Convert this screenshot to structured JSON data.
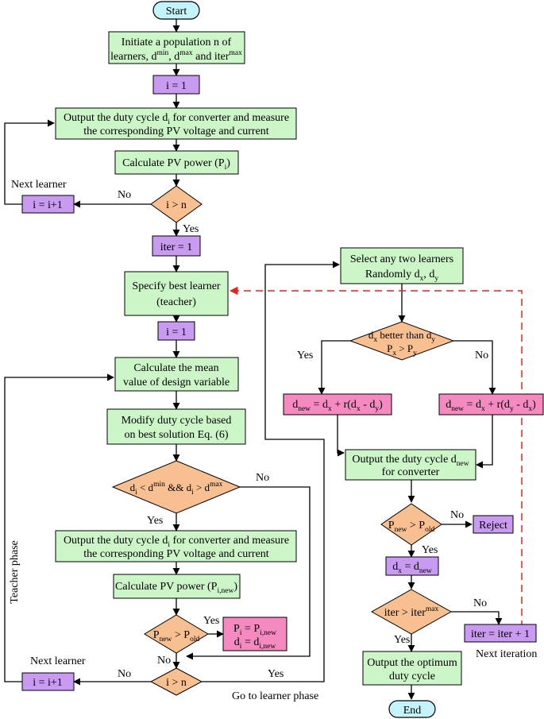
{
  "colors": {
    "process": "#ccf5c8",
    "counter": "#c89af0",
    "decision": "#f8c090",
    "update": "#f48ac0",
    "terminal": "#c4f3f9",
    "flow_line": "#000000",
    "return_line": "#e8231f"
  },
  "nodes": {
    "start": "Start",
    "init": {
      "l1": "Initiate a population n of",
      "l2a": "learners, d",
      "l2_sup1": "min",
      "l2b": ", d",
      "l2_sup2": "max",
      "l2c": " and iter",
      "l2_sup3": "max"
    },
    "i_eq_1_a": "i = 1",
    "output_measure_a": {
      "l1a": "Output the duty cycle d",
      "l1_sub": "i",
      "l1b": " for converter and measure",
      "l2": "the corresponding PV voltage and current"
    },
    "calc_power_a": {
      "a": "Calculate PV power (P",
      "sub": "i",
      "b": ")"
    },
    "i_gt_n_a": "i > n",
    "i_inc_a": "i = i+1",
    "iter_eq_1": "iter = 1",
    "best_learner": {
      "l1": "Specify best learner",
      "l2": "(teacher)"
    },
    "i_eq_1_b": "i = 1",
    "mean": {
      "l1": "Calculate the mean",
      "l2": "value of design variable"
    },
    "modify": {
      "l1": "Modify duty cycle based",
      "l2": "on best solution Eq. (6)"
    },
    "bounds": {
      "d": "d",
      "sub": "i",
      "lt": " < d",
      "sup1": "min",
      "mid": " && d",
      "sub2": "i",
      "gt": " > d",
      "sup2": "max"
    },
    "output_measure_b": {
      "l1a": "Output the duty cycle d",
      "l1_sub": "i",
      "l1b": " for converter and measure",
      "l2": "the corresponding PV voltage and current"
    },
    "calc_power_b": {
      "a": "Calculate PV power (P",
      "sub": "i,new",
      "b": ")"
    },
    "pnew_pold_a": {
      "p": "P",
      "sub1": "new",
      "gt": " > P",
      "sub2": "old"
    },
    "assign": {
      "l1a": "P",
      "l1_sub1": "i",
      "l1b": " = P",
      "l1_sub2": "i,new",
      "l2a": "d",
      "l2_sub1": "i",
      "l2b": " = d",
      "l2_sub2": "i,new"
    },
    "i_gt_n_b": "i > n",
    "i_inc_b": "i = i+1",
    "select": {
      "l1": "Select any two learners",
      "l2a": "Randomly d",
      "l2_sub1": "x",
      "l2b": ", d",
      "l2_sub2": "y"
    },
    "dx_better": {
      "l1a": "d",
      "l1_sub1": "x",
      "l1b": " better than d",
      "l1_sub2": "y",
      "l2a": "P",
      "l2_sub1": "x",
      "l2b": " > P",
      "l2_sub2": "y"
    },
    "dnew_left": {
      "a": "d",
      "sub1": "new",
      "b": " = d",
      "sub2": "x",
      "c": " + r(d",
      "sub3": "x",
      "d": " - d",
      "sub4": "y",
      "e": ")"
    },
    "dnew_right": {
      "a": "d",
      "sub1": "new",
      "b": " = d",
      "sub2": "x",
      "c": " + r(d",
      "sub3": "y",
      "d": " - d",
      "sub4": "x",
      "e": ")"
    },
    "output_dnew": {
      "l1a": "Output the duty cycle d",
      "l1_sub": "new",
      "l2": "for converter"
    },
    "pnew_pold_b": {
      "p": "P",
      "sub1": "new",
      "gt": " > P",
      "sub2": "old"
    },
    "reject": "Reject",
    "dx_eq_dnew": {
      "a": "d",
      "sub1": "x",
      "b": " = d",
      "sub2": "new"
    },
    "iter_gt_max": {
      "a": "iter > iter",
      "sup": "max"
    },
    "iter_inc": "iter = iter + 1",
    "output_optimum": {
      "l1": "Output the optimum",
      "l2": "duty cycle"
    },
    "end": "End"
  },
  "labels": {
    "next_learner_a": "Next learner",
    "no_a": "No",
    "yes_a": "Yes",
    "yes_bounds": "Yes",
    "no_bounds": "No",
    "yes_pnew_a": "Yes",
    "no_pnew_a": "No",
    "no_i_b": "No",
    "yes_i_b": "Yes",
    "next_learner_b": "Next learner",
    "teacher_phase": "Teacher phase",
    "go_learner": "Go to learner phase",
    "yes_dx": "Yes",
    "no_dx": "No",
    "no_pnew_b": "No",
    "yes_pnew_b": "Yes",
    "no_iter": "No",
    "yes_iter": "Yes",
    "next_iteration": "Next iteration"
  }
}
